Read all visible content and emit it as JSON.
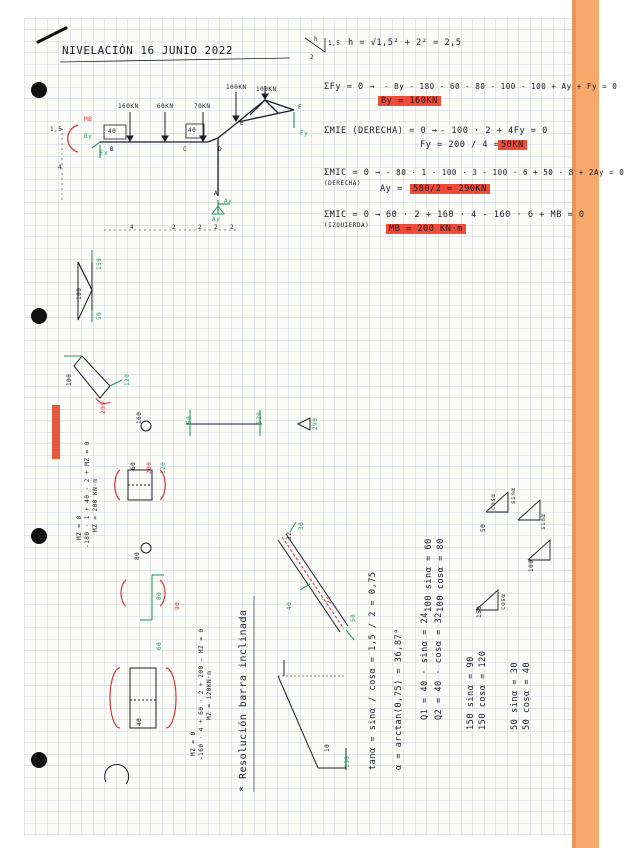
{
  "title": "NIVELACIÓN 16 JUNIO 2022",
  "hypotenuse": {
    "leg_h": "h",
    "leg_v": "1,5",
    "leg_base": "2",
    "formula": "h = √1,5² + 2² = 2,5"
  },
  "beam": {
    "loads": [
      "160KN",
      "60KN",
      "70KN",
      "100KN",
      "100KN"
    ],
    "moment_label": "MB",
    "nodes": [
      "B",
      "C",
      "D",
      "E",
      "F",
      "A"
    ],
    "reactions": [
      "By",
      "Fy",
      "Ay",
      "Ax",
      "Fx"
    ],
    "member_values": [
      "40",
      "40"
    ],
    "dims_x": [
      "4",
      "2",
      "2",
      "2",
      "2"
    ],
    "dims_y": [
      "1,5",
      "4"
    ]
  },
  "equations": [
    {
      "lhs": "ΣFy = 0 →",
      "rhs": "- By - 180 - 60 - 80 - 100 - 100 + Ay + Fy = 0",
      "sub": "",
      "result": "By = 160KN"
    },
    {
      "lhs": "ΣMIE (DERECHA) = 0 →",
      "rhs": "- 100 · 2 + 4Fy = 0",
      "sub": "",
      "result_prefix": "Fy = 200 / 4 =",
      "result": "50KN"
    },
    {
      "lhs": "ΣMIC = 0 →",
      "rhs": "- 80 · 1 - 100 · 3 - 100 · 6 + 50 · 8 + 2Ay = 0",
      "sub": "(DERECHA)",
      "result_prefix": "Ay =",
      "result": "580/2 = 290KN"
    },
    {
      "lhs": "ΣMIC = 0 →",
      "rhs": "60 · 2 + 160 · 4 - 160 · 6 + MB = 0",
      "sub": "(IZQUIERDA)",
      "result": "MB = 200 KN·m"
    }
  ],
  "left_notes": {
    "bending_1": "MZ = 0",
    "bending_1b": "-180 · 1 + 40 · 2 + MZ = 0",
    "bending_1c": "MZ = 200 KN·m",
    "bending_2": "MZ = 0",
    "bending_2b": "-160 · 4 + 60 · 2 + 200 - MZ = 0",
    "bending_2c": "MZ = 120KN·m"
  },
  "diagram_values": [
    "100",
    "150",
    "50",
    "100",
    "120",
    "160",
    "200",
    "200",
    "120",
    "120",
    "290",
    "50",
    "80",
    "40",
    "60",
    "32",
    "24",
    "30",
    "50",
    "40",
    "90",
    "60",
    "80",
    "150",
    "10"
  ],
  "inclined_section": {
    "heading": "* Resolución barra inclinada",
    "tan_eq": "tanα = sinα / cosα = 1,5 / 2 = 0,75",
    "alpha_eq": "α = arctan(0,75) = 36,87°",
    "q1": "Q1 = 40 · sinα = 24",
    "q2": "Q2 = 40 · cosα = 32",
    "r1": "100 sinα = 60",
    "r2": "100 cosα = 80",
    "r3": "150 sinα = 90",
    "r4": "150 cosα = 120",
    "r5": "50 sinα = 30",
    "r6": "50 cosα = 40",
    "tri_labels": [
      "cosα",
      "sinα",
      "100",
      "50",
      "150",
      "cosα",
      "sinα"
    ]
  },
  "colors": {
    "pen": "#1d1d2a",
    "red": "#d23a3a",
    "green": "#2f9a66",
    "highlight": "#ef4a3a",
    "edge": "#f7a86a"
  }
}
